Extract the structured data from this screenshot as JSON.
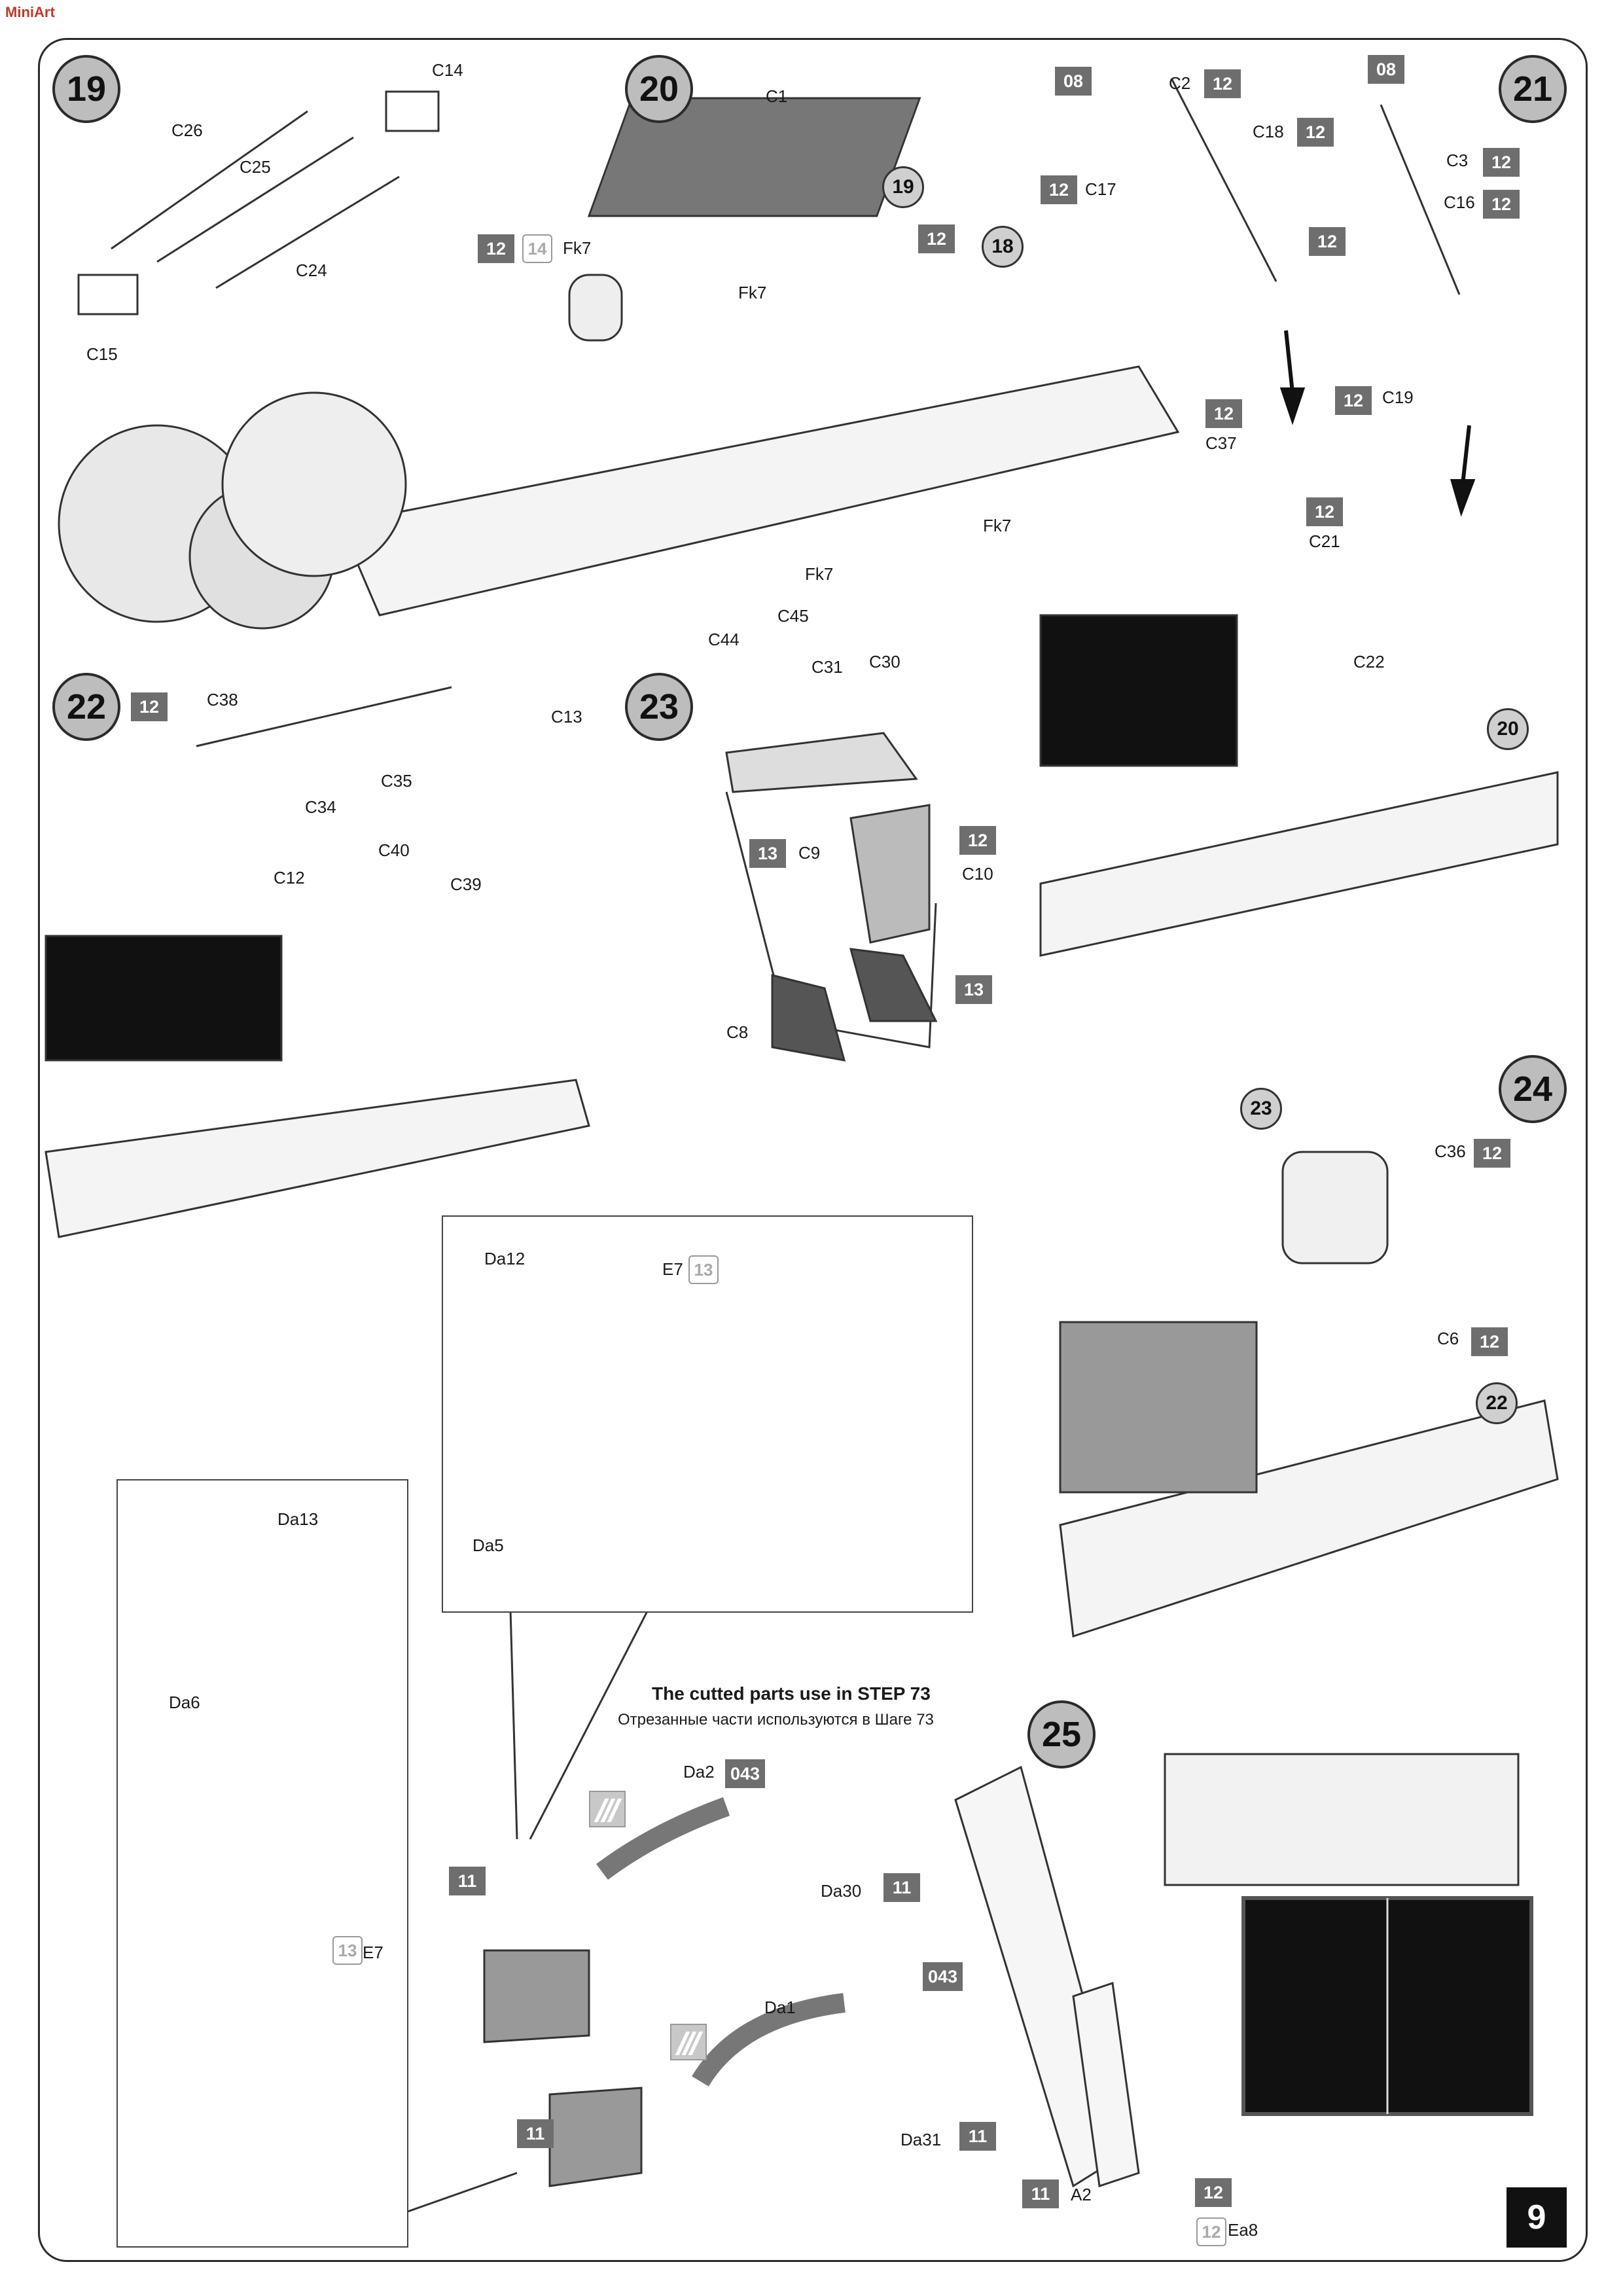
{
  "header": {
    "logo_text": "MiniArt"
  },
  "page_number": "9",
  "steps": [
    {
      "id": "step-19",
      "number": "19"
    },
    {
      "id": "step-20",
      "number": "20"
    },
    {
      "id": "step-21",
      "number": "21"
    },
    {
      "id": "step-22",
      "number": "22"
    },
    {
      "id": "step-23",
      "number": "23"
    },
    {
      "id": "step-24",
      "number": "24"
    },
    {
      "id": "step-25",
      "number": "25"
    }
  ],
  "refs": [
    "19",
    "18",
    "20",
    "22",
    "23"
  ],
  "badges": [
    "12",
    "12",
    "12",
    "08",
    "12",
    "12",
    "12",
    "08",
    "12",
    "12",
    "12",
    "12",
    "12",
    "12",
    "12",
    "13",
    "12",
    "13",
    "12",
    "12",
    "11",
    "11",
    "11",
    "11",
    "11",
    "12",
    "043",
    "043"
  ],
  "nbadges": [
    "14",
    "13",
    "13",
    "12"
  ],
  "labels": [
    "C14",
    "C26",
    "C25",
    "C24",
    "C15",
    "C1",
    "Fk7",
    "Fk7",
    "Fk7",
    "Fk7",
    "C2",
    "C18",
    "C17",
    "C3",
    "C16",
    "C19",
    "C37",
    "C21",
    "C22",
    "C38",
    "C13",
    "C35",
    "C34",
    "C40",
    "C12",
    "C39",
    "C44",
    "C45",
    "C31",
    "C30",
    "C9",
    "C10",
    "C8",
    "C36",
    "C6",
    "Da12",
    "E7",
    "Da5",
    "Da13",
    "Da6",
    "E7",
    "Da2",
    "Da30",
    "Da1",
    "Da31",
    "A2",
    "Ea8"
  ],
  "note": {
    "en": "The cutted parts use in STEP 73",
    "ru": "Отрезанные части используются в Шаге 73"
  }
}
